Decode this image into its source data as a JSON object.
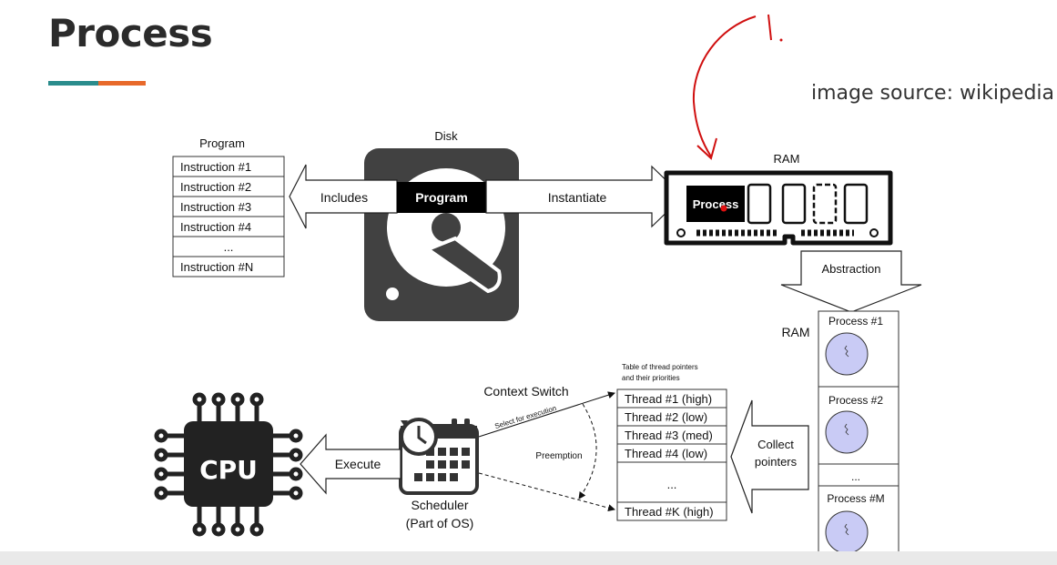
{
  "slide": {
    "title": "Process",
    "source": "image source: wikipedia",
    "accent_colors": [
      "#2a8c8c",
      "#e8692a"
    ],
    "annotation_color": "#d01010",
    "annotation_text": "1."
  },
  "diagram": {
    "program_label": "Program",
    "program_rows": [
      "Instruction #1",
      "Instruction #2",
      "Instruction #3",
      "Instruction #4",
      "...",
      "Instruction #N"
    ],
    "disk_label": "Disk",
    "disk_program": "Program",
    "includes": "Includes",
    "instantiate": "Instantiate",
    "ram_label": "RAM",
    "ram_process": "Process",
    "abstraction": "Abstraction",
    "ram2_label": "RAM",
    "processes": [
      "Process #1",
      "Process #2",
      "...",
      "Process #M"
    ],
    "collect_line1": "Collect",
    "collect_line2": "pointers",
    "table_caption1": "Table of thread pointers",
    "table_caption2": "and their priorities",
    "threads": [
      "Thread #1 (high)",
      "Thread #2 (low)",
      "Thread #3 (med)",
      "Thread #4 (low)",
      "...",
      "Thread #K (high)"
    ],
    "context_switch": "Context Switch",
    "select_for_execution": "Select for execution",
    "preemption": "Preemption",
    "scheduler_line1": "Scheduler",
    "scheduler_line2": "(Part of OS)",
    "execute": "Execute",
    "cpu_label": "CPU"
  }
}
